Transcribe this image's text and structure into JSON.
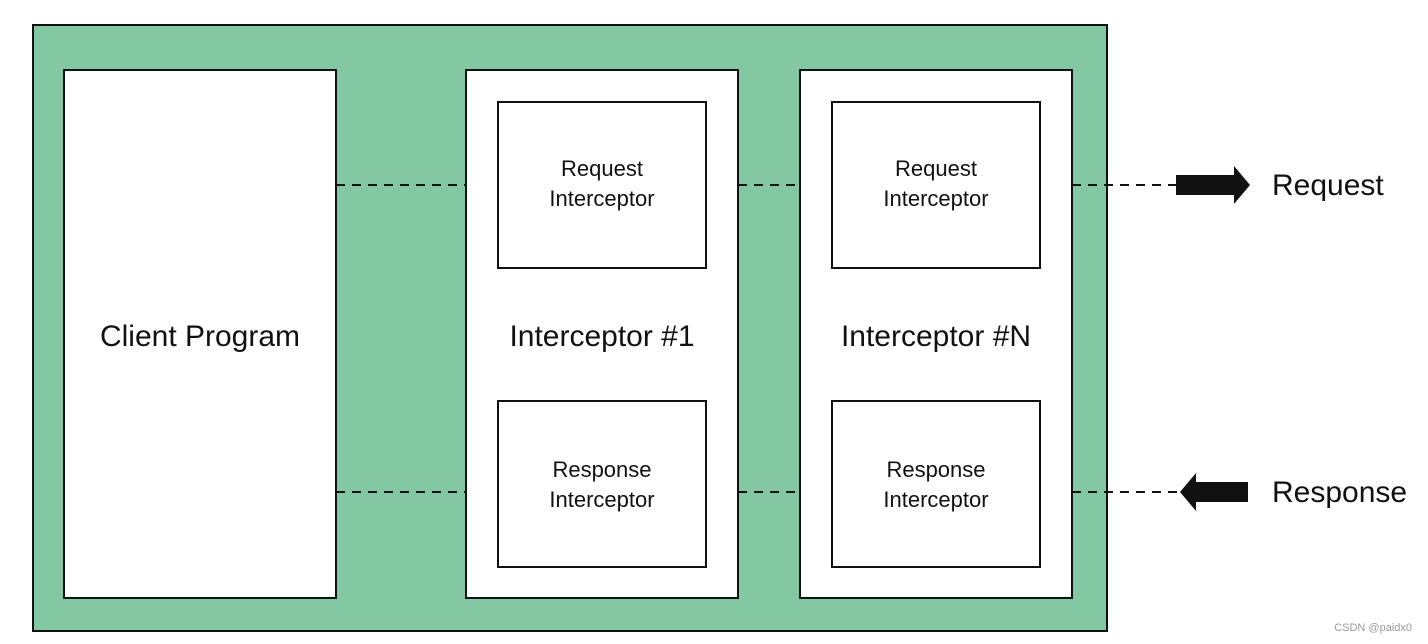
{
  "colors": {
    "container_fill": "#82c9a3",
    "box_fill": "#ffffff",
    "stroke": "#111111",
    "watermark": "#9a9a9a"
  },
  "client": {
    "label": "Client Program"
  },
  "interceptors": [
    {
      "label": "Interceptor #1",
      "request": {
        "line1": "Request",
        "line2": "Interceptor"
      },
      "response": {
        "line1": "Response",
        "line2": "Interceptor"
      }
    },
    {
      "label": "Interceptor #N",
      "request": {
        "line1": "Request",
        "line2": "Interceptor"
      },
      "response": {
        "line1": "Response",
        "line2": "Interceptor"
      }
    }
  ],
  "outputs": {
    "request_label": "Request",
    "response_label": "Response"
  },
  "watermark": "CSDN @paidx0"
}
